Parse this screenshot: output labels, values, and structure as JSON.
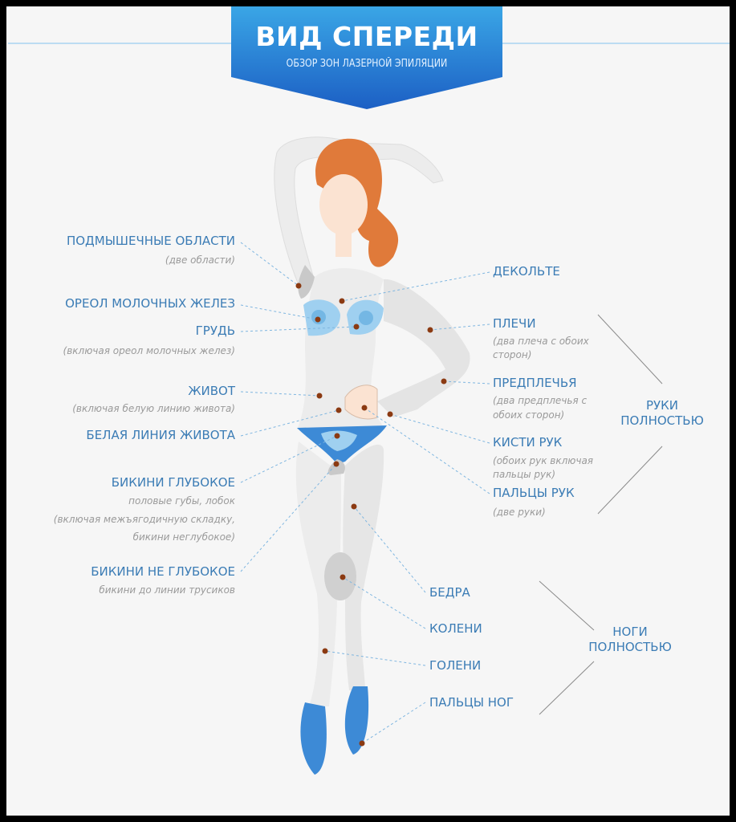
{
  "header": {
    "title": "ВИД СПЕРЕДИ",
    "subtitle": "ОБЗОР ЗОН ЛАЗЕРНОЙ ЭПИЛЯЦИИ"
  },
  "left_zones": [
    {
      "label": "ПОДМЫШЕЧНЫЕ ОБЛАСТИ",
      "notes": [
        "(две области)"
      ]
    },
    {
      "label": "ОРЕОЛ МОЛОЧНЫХ ЖЕЛЕЗ",
      "notes": []
    },
    {
      "label": "ГРУДЬ",
      "notes": [
        "(включая ореол молочных желез)"
      ]
    },
    {
      "label": "ЖИВОТ",
      "notes": [
        "(включая белую линию живота)"
      ]
    },
    {
      "label": "БЕЛАЯ ЛИНИЯ ЖИВОТА",
      "notes": []
    },
    {
      "label": "БИКИНИ ГЛУБОКОЕ",
      "notes": [
        "половые губы, лобок",
        "(включая межъягодичную складку,",
        "бикини неглубокое)"
      ]
    },
    {
      "label": "БИКИНИ НЕ ГЛУБОКОЕ",
      "notes": [
        "бикини до линии трусиков"
      ]
    }
  ],
  "right_zones": [
    {
      "label": "ДЕКОЛЬТЕ",
      "notes": []
    },
    {
      "label": "ПЛЕЧИ",
      "notes": [
        "(два плеча с обоих",
        "сторон)"
      ]
    },
    {
      "label": "ПРЕДПЛЕЧЬЯ",
      "notes": [
        "(два предплечья с",
        "обоих сторон)"
      ]
    },
    {
      "label": "КИСТИ РУК",
      "notes": [
        "(обоих рук включая",
        "пальцы рук)"
      ]
    },
    {
      "label": "ПАЛЬЦЫ РУК",
      "notes": [
        "(две руки)"
      ]
    }
  ],
  "leg_zones": [
    {
      "label": "БЕДРА"
    },
    {
      "label": "КОЛЕНИ"
    },
    {
      "label": "ГОЛЕНИ"
    },
    {
      "label": "ПАЛЬЦЫ НОГ"
    }
  ],
  "groups": {
    "arms": [
      "РУКИ",
      "ПОЛНОСТЬЮ"
    ],
    "legs": [
      "НОГИ",
      "ПОЛНОСТЬЮ"
    ]
  },
  "colors": {
    "accent": "#3b7cb5",
    "banner_top": "#3aa6e6",
    "banner_bottom": "#1c5fc4",
    "dot": "#8b3a12",
    "zone_blue": "#9fd0f0"
  }
}
